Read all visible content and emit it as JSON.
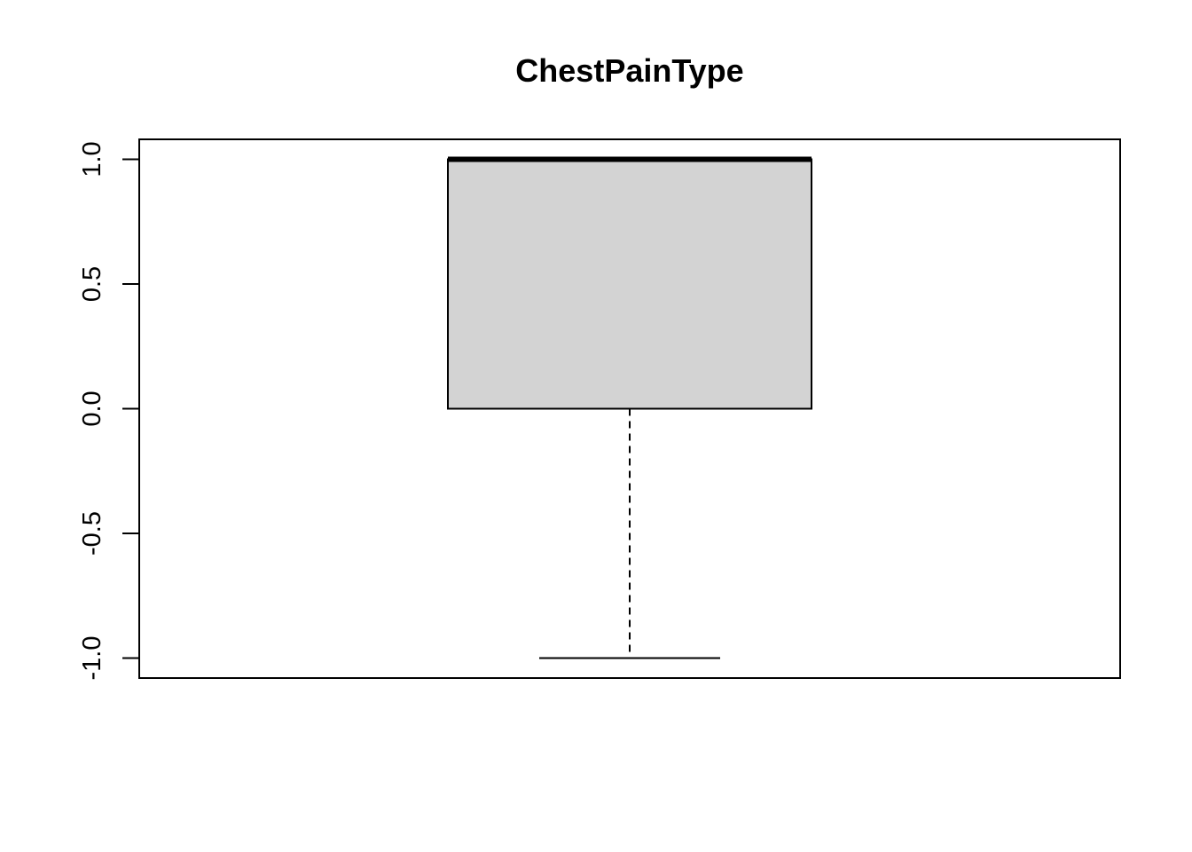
{
  "chart_data": {
    "type": "boxplot",
    "title": "ChestPainType",
    "xlabel": "",
    "ylabel": "",
    "ylim": [
      -1.08,
      1.08
    ],
    "yticks": [
      -1.0,
      -0.5,
      0.0,
      0.5,
      1.0
    ],
    "ytick_labels": [
      "-1.0",
      "-0.5",
      "0.0",
      "0.5",
      "1.0"
    ],
    "box": {
      "whisker_low": -1.0,
      "q1": 0.0,
      "median": 1.0,
      "q3": 1.0,
      "whisker_high": 1.0
    },
    "box_fill": "#d3d3d3",
    "grid": false,
    "legend": "none"
  }
}
